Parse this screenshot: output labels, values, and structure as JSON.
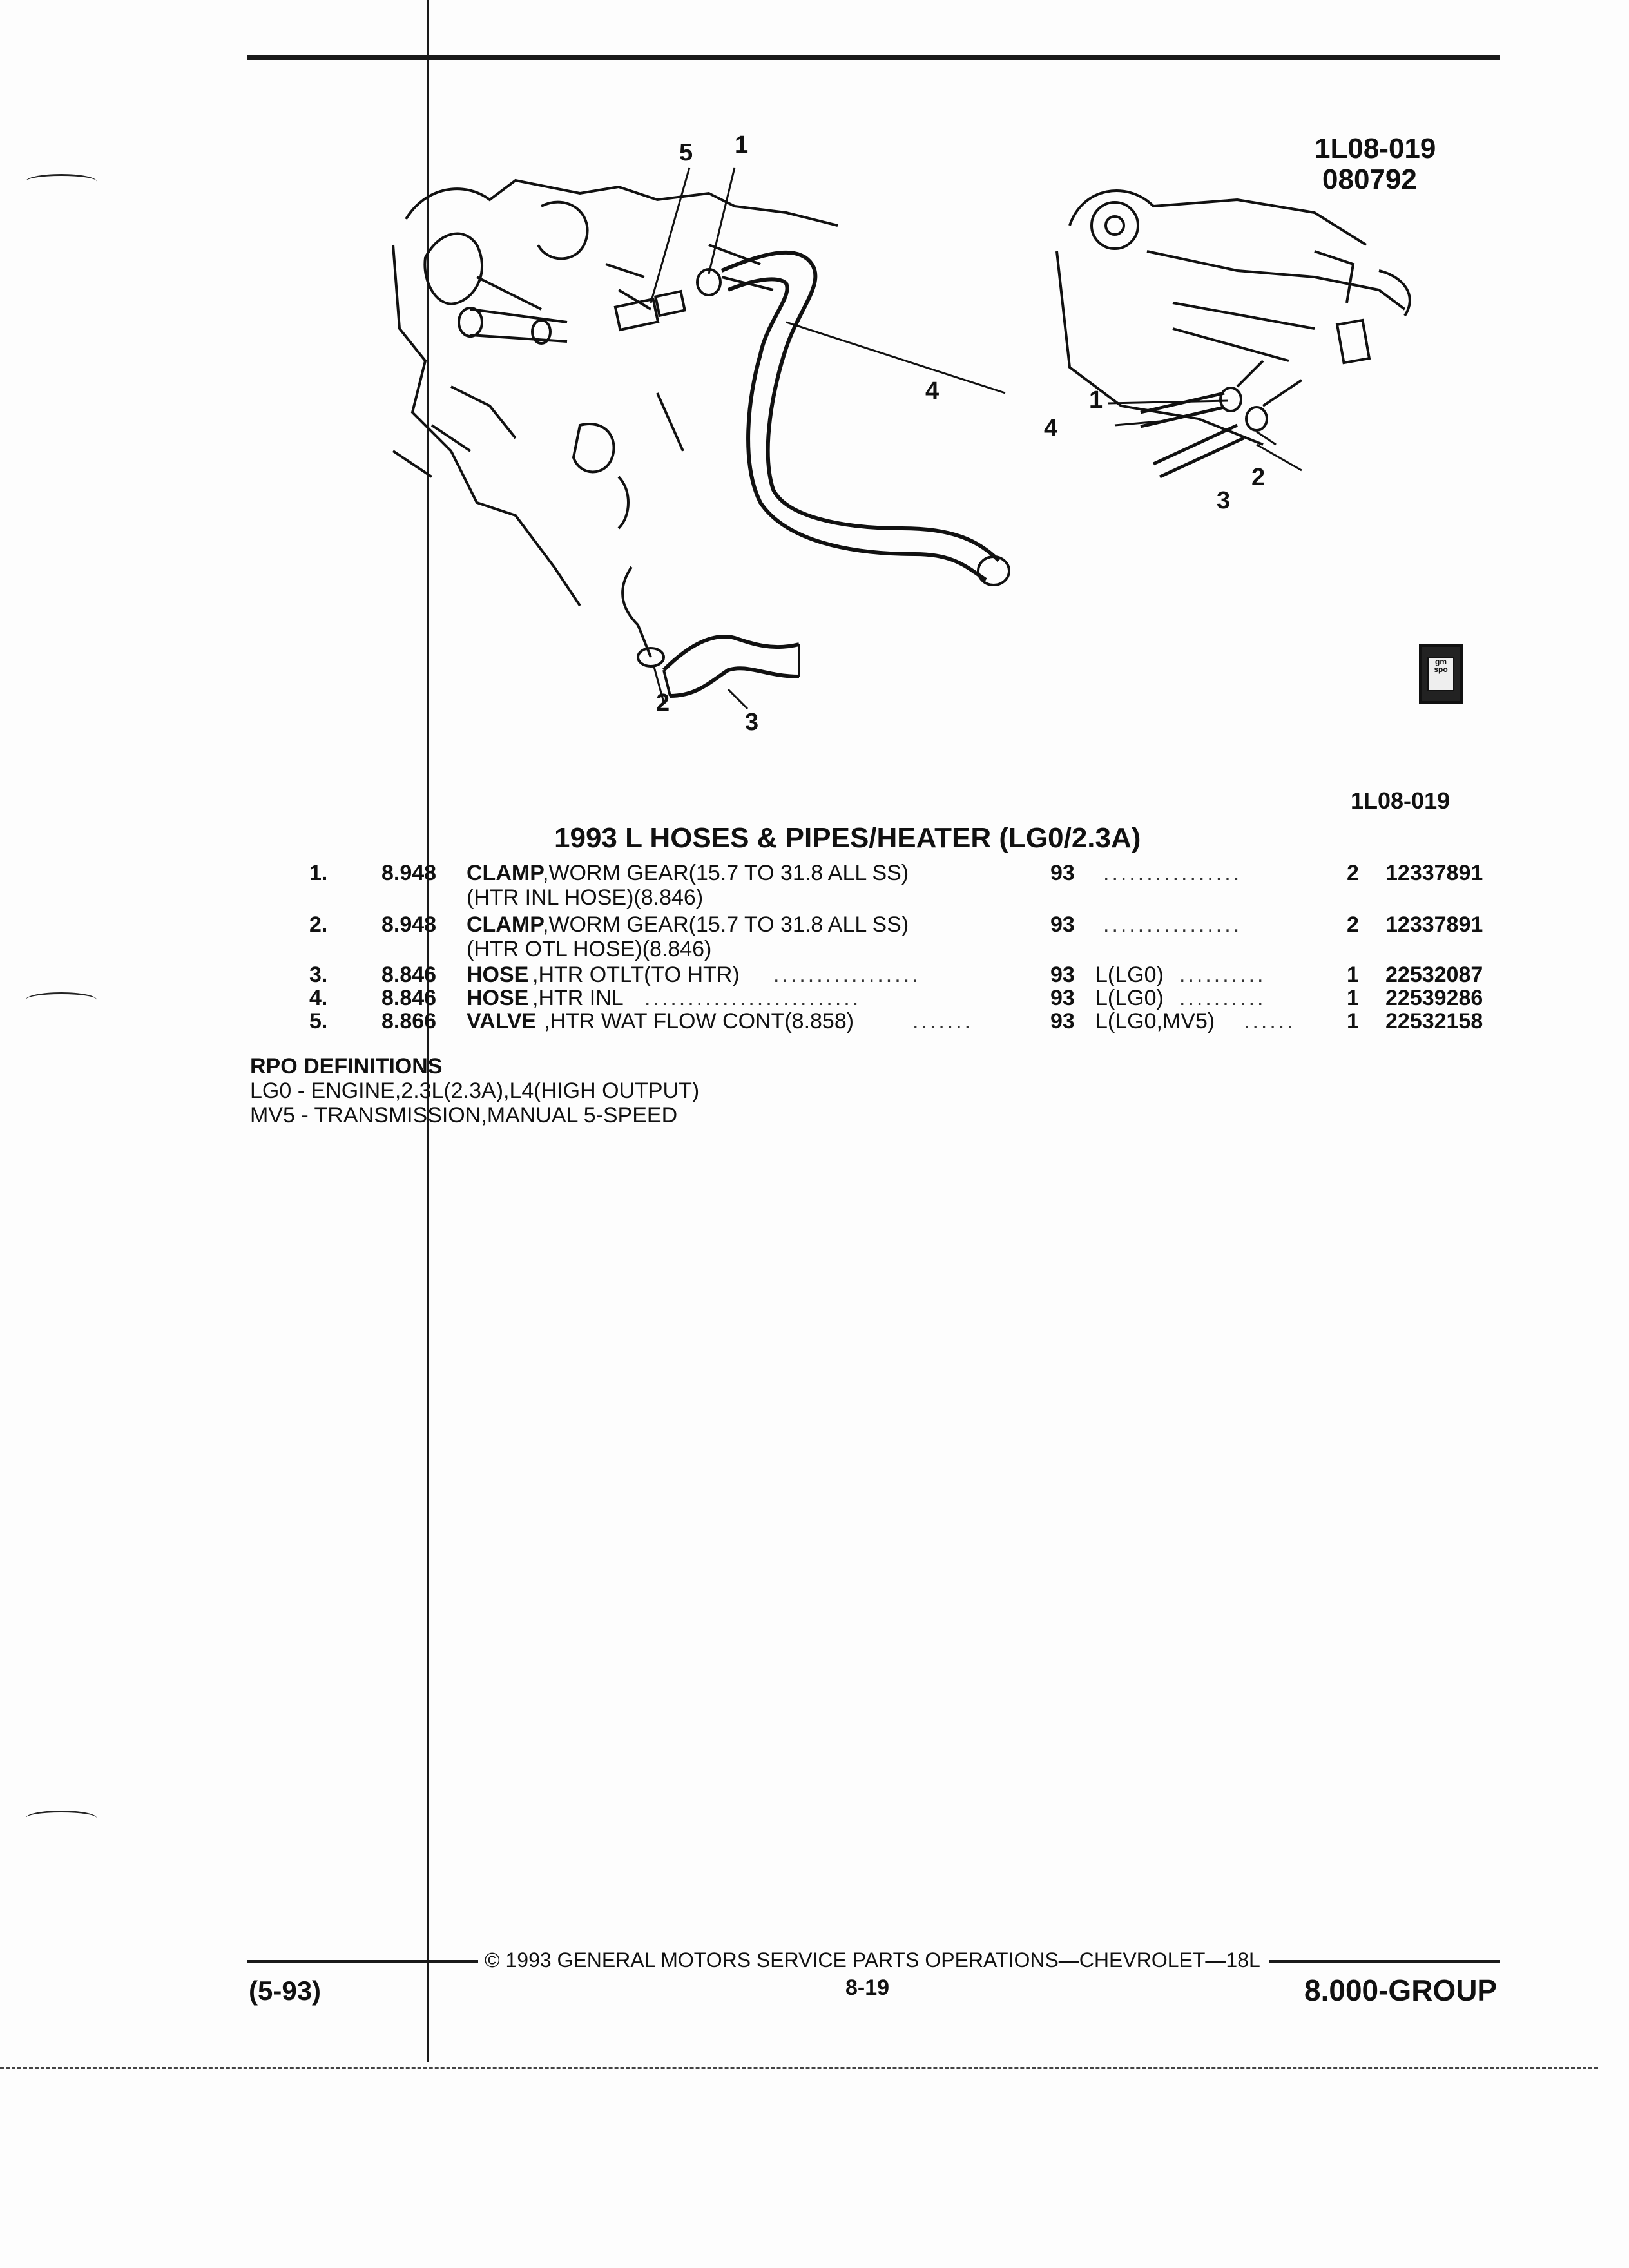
{
  "header": {
    "illus_code": "1L08-019",
    "illus_date": "080792"
  },
  "illustration": {
    "callouts_left": [
      "5",
      "1",
      "4",
      "2",
      "3"
    ],
    "callouts_right": [
      "1",
      "4",
      "2",
      "3"
    ],
    "logo_text": "gm spo",
    "caption": "1L08-019"
  },
  "section_title": "1993 L HOSES & PIPES/HEATER (LG0/2.3A)",
  "parts": [
    {
      "num": "1.",
      "fig": "8.948",
      "name": "CLAMP",
      "desc": ",WORM GEAR(15.7 TO 31.8 ALL SS)",
      "sub": "(HTR INL HOSE)(8.846)",
      "dots_desc": "",
      "year": "93",
      "option": "",
      "dots_opt": "................",
      "qty": "2",
      "part_no": "12337891"
    },
    {
      "num": "2.",
      "fig": "8.948",
      "name": "CLAMP",
      "desc": ",WORM GEAR(15.7 TO 31.8 ALL SS)",
      "sub": "(HTR OTL HOSE)(8.846)",
      "dots_desc": "",
      "year": "93",
      "option": "",
      "dots_opt": "................",
      "qty": "2",
      "part_no": "12337891"
    },
    {
      "num": "3.",
      "fig": "8.846",
      "name": "HOSE",
      "desc": ",HTR OTLT(TO HTR)",
      "sub": "",
      "dots_desc": ".................",
      "year": "93",
      "option": "L(LG0)",
      "dots_opt": "..........",
      "qty": "1",
      "part_no": "22532087"
    },
    {
      "num": "4.",
      "fig": "8.846",
      "name": "HOSE",
      "desc": ",HTR INL",
      "sub": "",
      "dots_desc": ".........................",
      "year": "93",
      "option": "L(LG0)",
      "dots_opt": "..........",
      "qty": "1",
      "part_no": "22539286"
    },
    {
      "num": "5.",
      "fig": "8.866",
      "name": "VALVE",
      "desc": ",HTR WAT FLOW CONT(8.858)",
      "sub": "",
      "dots_desc": ".......",
      "year": "93",
      "option": "L(LG0,MV5)",
      "dots_opt": "......",
      "qty": "1",
      "part_no": "22532158"
    }
  ],
  "rpo": {
    "heading": "RPO DEFINITIONS",
    "lines": [
      "LG0 - ENGINE,2.3L(2.3A),L4(HIGH OUTPUT)",
      "MV5 - TRANSMISSION,MANUAL 5-SPEED"
    ]
  },
  "footer": {
    "date": "(5-93)",
    "copyright": "© 1993 GENERAL MOTORS SERVICE PARTS OPERATIONS—CHEVROLET—18L",
    "page": "8-19",
    "group": "8.000-GROUP"
  }
}
